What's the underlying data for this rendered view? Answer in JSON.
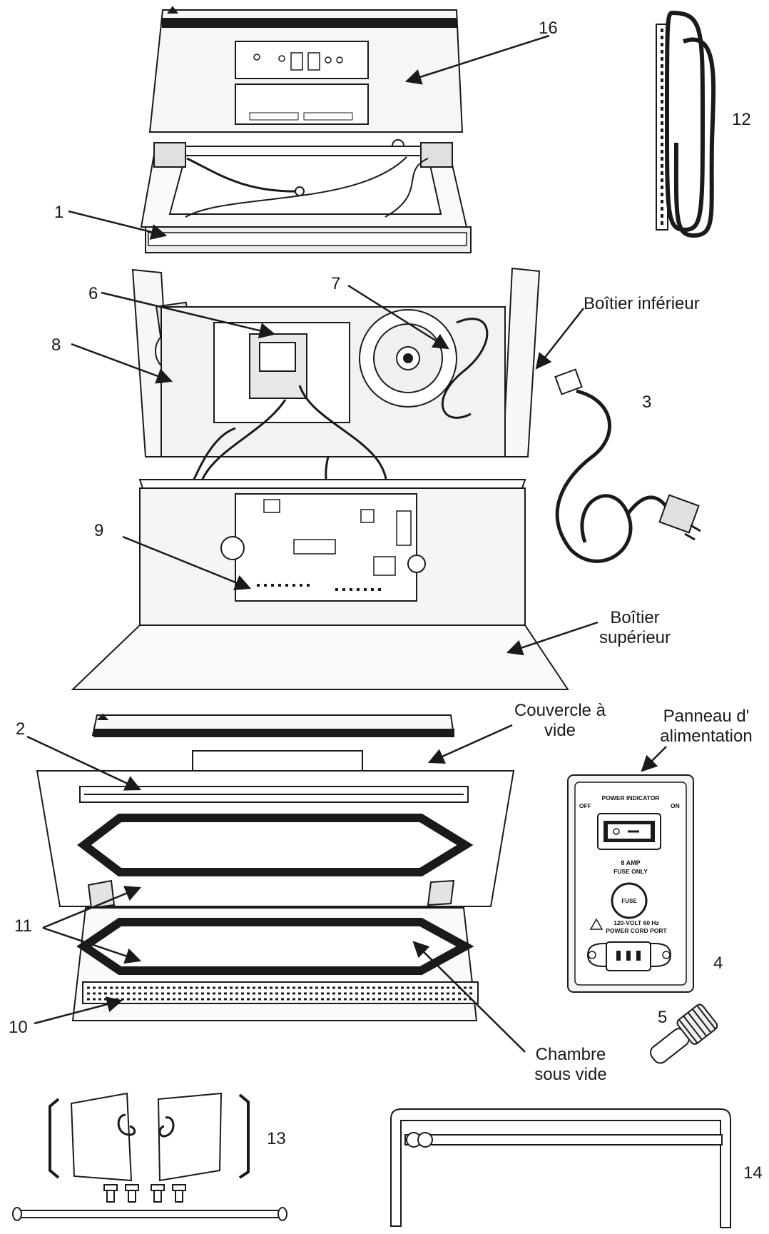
{
  "callouts": {
    "n1": "1",
    "n2": "2",
    "n3": "3",
    "n4": "4",
    "n5": "5",
    "n6": "6",
    "n7": "7",
    "n8": "8",
    "n9": "9",
    "n10": "10",
    "n11": "11",
    "n12": "12",
    "n13": "13",
    "n14": "14",
    "n16": "16"
  },
  "labels": {
    "boitier_inferieur": "Boîtier inférieur",
    "boitier_superieur_1": "Boîtier",
    "boitier_superieur_2": "supérieur",
    "couvercle_1": "Couvercle à",
    "couvercle_2": "vide",
    "panneau_1": "Panneau d'",
    "panneau_2": "alimentation",
    "chambre_1": "Chambre",
    "chambre_2": "sous vide"
  },
  "power_panel": {
    "power_indicator": "POWER INDICATOR",
    "off": "OFF",
    "on": "ON",
    "amp": "8 AMP",
    "fuse_only": "FUSE ONLY",
    "fuse": "FUSE",
    "volt": "120-VOLT 60 Hz",
    "cord_port": "POWER CORD PORT"
  },
  "colors": {
    "line": "#1a1a1a",
    "fill_light": "#f4f4f4",
    "fill_mid": "#e2e2e2"
  }
}
